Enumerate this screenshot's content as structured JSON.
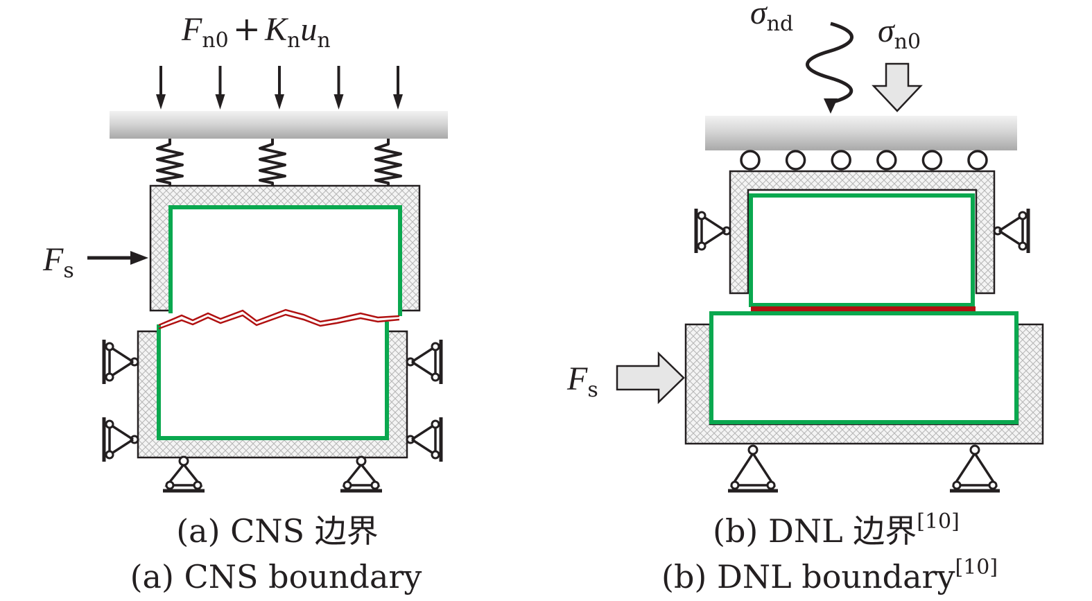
{
  "colors": {
    "ink": "#231f20",
    "specimen_outline": "#0aa84f",
    "joint_red": "#b01010",
    "plate_gray": "#c8c8c8",
    "arrow_fill_gray": "#e6e6e6",
    "hatch_gray": "#b5b5b5"
  },
  "panel_a": {
    "load_label": {
      "F": "F",
      "n0": "n0",
      "plus": "+",
      "K": "K",
      "n1": "n",
      "u": "u",
      "n2": "n"
    },
    "shear_label": {
      "F": "F",
      "s": "s"
    },
    "caption_cn": "(a) CNS 边界",
    "caption_en": "(a) CNS boundary",
    "load_arrow_count": 5,
    "spring_count": 3,
    "icons": [
      "down-arrow-icon",
      "spring-icon",
      "roller-support-icon",
      "pin-support-icon",
      "shear-arrow-icon"
    ]
  },
  "panel_b": {
    "dynamic_label": {
      "sigma": "σ",
      "sub": "nd"
    },
    "static_label": {
      "sigma": "σ",
      "sub": "n0"
    },
    "shear_label": {
      "F": "F",
      "s": "s"
    },
    "caption_cn": "(b) DNL 边界",
    "caption_en": "(b) DNL boundary",
    "ref": "[10]",
    "roller_count": 6,
    "icons": [
      "wavy-arrow-icon",
      "block-arrow-icon",
      "roller-icon",
      "pin-support-icon",
      "shear-block-arrow-icon"
    ]
  }
}
